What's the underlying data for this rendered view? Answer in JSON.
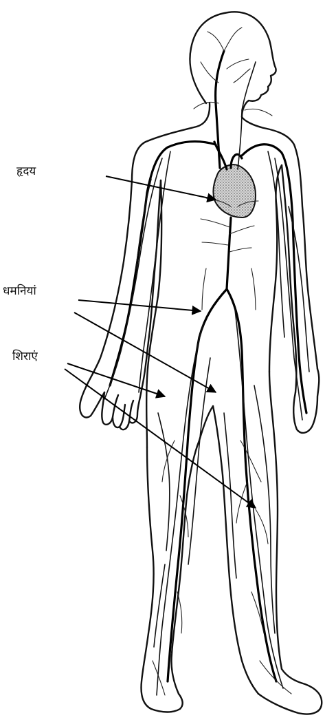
{
  "labels": {
    "heart": "हृदय",
    "arteries": "धमनियां",
    "veins": "शिराएं"
  },
  "colors": {
    "ink": "#111111",
    "heart_fill": "#bdbdbd",
    "background": "#ffffff"
  }
}
